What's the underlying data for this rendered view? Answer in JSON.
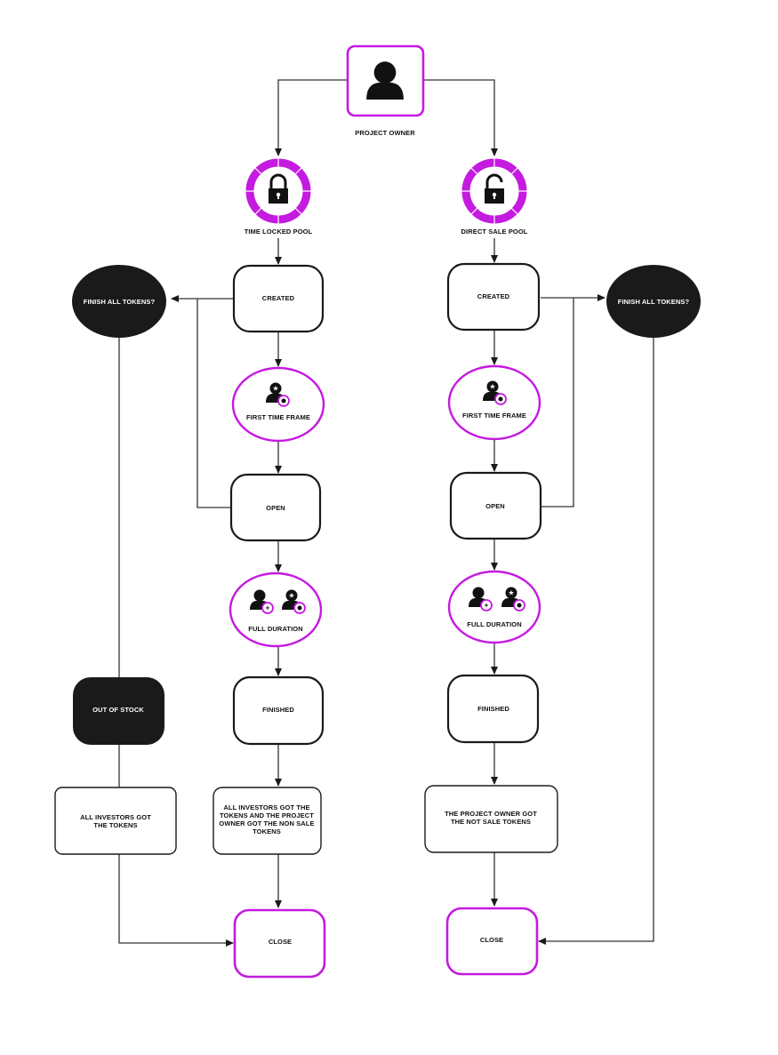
{
  "colors": {
    "accent": "#c51ae0",
    "dark": "#1a1a1a",
    "line": "#333333",
    "background": "#ffffff"
  },
  "owner": {
    "label": "PROJECT OWNER",
    "icon": "person-icon"
  },
  "left": {
    "pool_label": "TIME LOCKED POOL",
    "pool_icon": "lock-closed-icon",
    "created": "CREATED",
    "first_time_frame": "FIRST TIME FRAME",
    "open": "OPEN",
    "full_duration": "FULL DURATION",
    "finished": "FINISHED",
    "result_lines": [
      "ALL INVESTORS GOT THE",
      "TOKENS AND THE PROJECT",
      "OWNER GOT THE NON SALE",
      "TOKENS"
    ],
    "close": "CLOSE",
    "decision": "FINISH ALL TOKENS?",
    "out_of_stock": "OUT OF STOCK",
    "side_result_lines": [
      "ALL INVESTORS GOT",
      "THE TOKENS"
    ]
  },
  "right": {
    "pool_label": "DIRECT SALE POOL",
    "pool_icon": "lock-open-icon",
    "created": "CREATED",
    "first_time_frame": "FIRST TIME FRAME",
    "open": "OPEN",
    "full_duration": "FULL DURATION",
    "finished": "FINISHED",
    "result_lines": [
      "THE PROJECT OWNER GOT",
      "THE NOT SALE TOKENS"
    ],
    "close": "CLOSE",
    "decision": "FINISH ALL TOKENS?"
  }
}
